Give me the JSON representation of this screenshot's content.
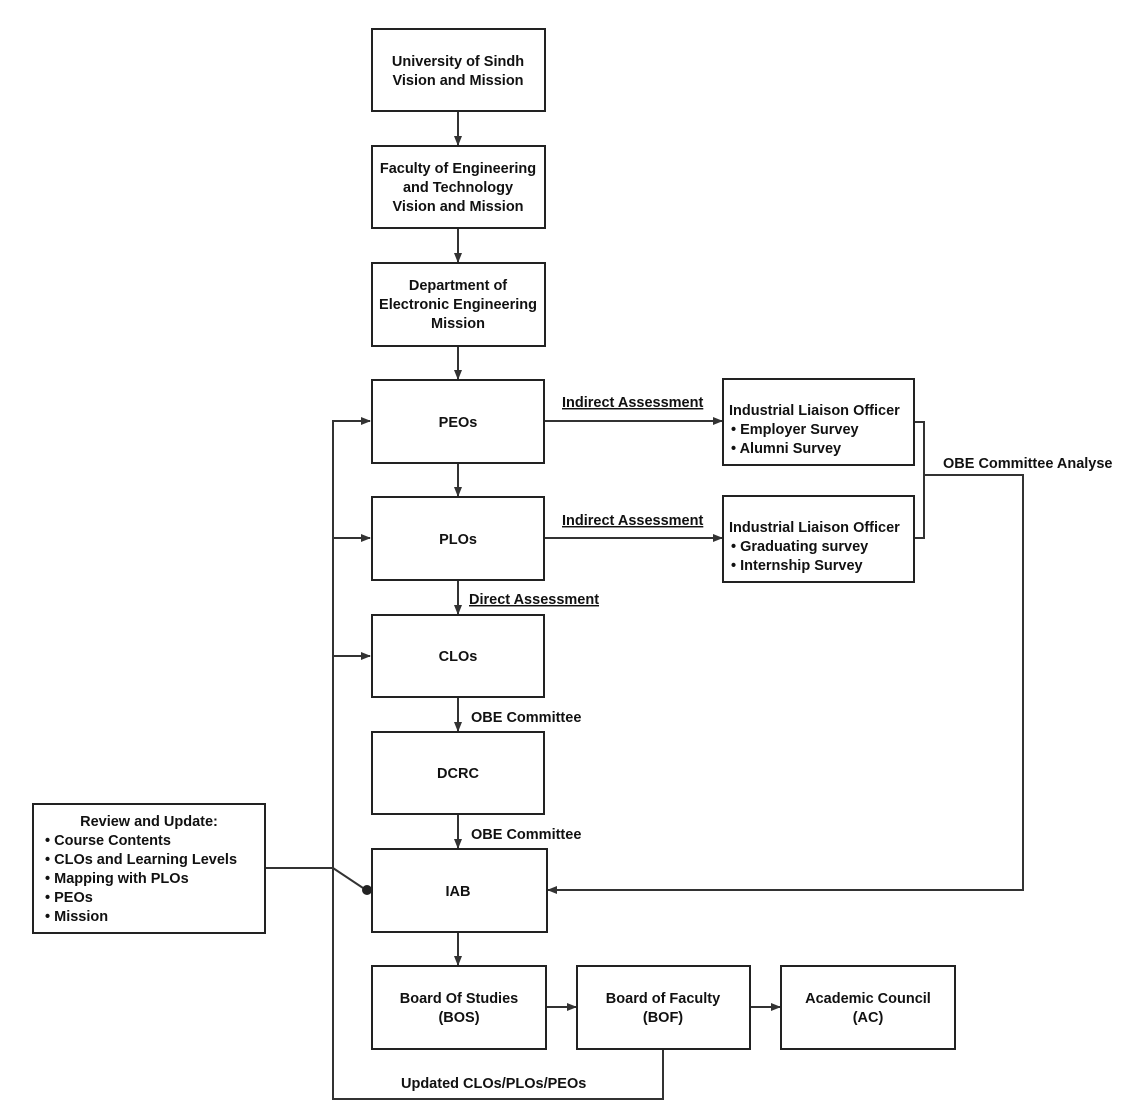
{
  "nodes": {
    "university": {
      "lines": [
        "University of Sindh",
        "Vision and Mission"
      ]
    },
    "faculty": {
      "lines": [
        "Faculty of Engineering",
        "and Technology",
        "Vision and Mission"
      ]
    },
    "department": {
      "lines": [
        "Department of",
        "Electronic Engineering",
        "Mission"
      ]
    },
    "peos": {
      "lines": [
        "PEOs"
      ]
    },
    "plos": {
      "lines": [
        "PLOs"
      ]
    },
    "clos": {
      "lines": [
        "CLOs"
      ]
    },
    "dcrc": {
      "lines": [
        "DCRC"
      ]
    },
    "iab": {
      "lines": [
        "IAB"
      ]
    },
    "bos": {
      "lines": [
        "Board Of Studies",
        "(BOS)"
      ]
    },
    "bof": {
      "lines": [
        "Board of Faculty",
        "(BOF)"
      ]
    },
    "ac": {
      "lines": [
        "Academic Council",
        "(AC)"
      ]
    },
    "ilo1": {
      "title": "Industrial Liaison Officer",
      "bullets": [
        "Employer Survey",
        "Alumni Survey"
      ]
    },
    "ilo2": {
      "title": "Industrial Liaison Officer",
      "bullets": [
        "Graduating survey",
        "Internship Survey"
      ]
    },
    "review": {
      "title": "Review and Update:",
      "bullets": [
        "Course Contents",
        "CLOs and Learning Levels",
        "Mapping with PLOs",
        "PEOs",
        "Mission"
      ]
    }
  },
  "edge_labels": {
    "indirect_1": "Indirect Assessment",
    "indirect_2": "Indirect Assessment",
    "direct": "Direct Assessment",
    "obe_1": "OBE Committee",
    "obe_2": "OBE Committee",
    "obe_analyse": "OBE Committee Analyse",
    "updated": "Updated CLOs/PLOs/PEOs"
  },
  "bullet_char": "•"
}
